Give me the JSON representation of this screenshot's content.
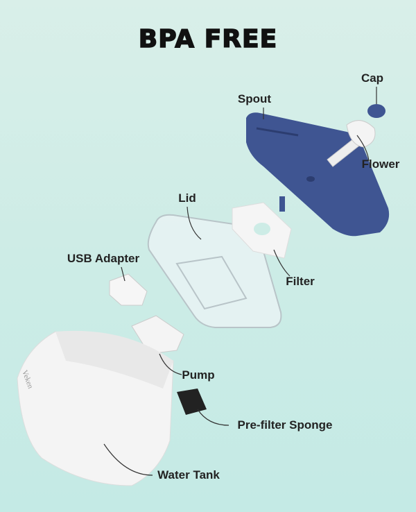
{
  "title": "BPA FREE",
  "brand_logo": "Veken",
  "colors": {
    "spout": "#3f5592",
    "cap": "#3f5592",
    "background": "#cdece6",
    "parts": "#f4f4f4"
  },
  "labels": {
    "cap": "Cap",
    "spout": "Spout",
    "flower": "Flower",
    "lid": "Lid",
    "usb_adapter": "USB Adapter",
    "filter": "Filter",
    "pump": "Pump",
    "pre_filter_sponge": "Pre-filter Sponge",
    "water_tank": "Water Tank"
  }
}
